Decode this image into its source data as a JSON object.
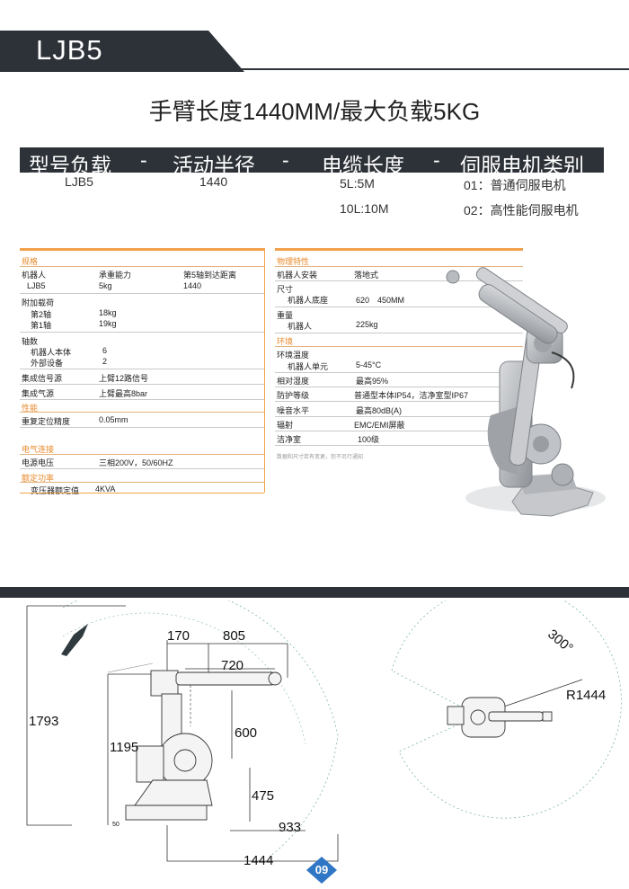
{
  "header": {
    "model_code": "LJB5"
  },
  "subtitle": "手臂长度1440MM/最大负载5KG",
  "model_table": {
    "headers": [
      "型号负载",
      "-",
      "活动半径",
      "-",
      "电缆长度",
      "-",
      "伺服电机类别"
    ],
    "values": {
      "model": "LJB5",
      "radius": "1440",
      "cable_1": "5L:5M",
      "cable_2": "10L:10M",
      "motor_1": "01：普通伺服电机",
      "motor_2": "02：高性能伺服电机"
    }
  },
  "spec_left": {
    "title": "规格",
    "col_robot": "机器人",
    "col_payload": "承重能力",
    "col_reach": "第5轴到达距离",
    "model": "LJB5",
    "payload": "5kg",
    "reach": "1440",
    "extra_load": "附加载荷",
    "axis2": "第2轴",
    "axis2_val": "18kg",
    "axis1": "第1轴",
    "axis1_val": "19kg",
    "axes": "轴数",
    "robot_body": "机器人本体",
    "robot_body_val": "6",
    "external": "外部设备",
    "external_val": "2",
    "signal_src": "集成信号源",
    "signal_val": "上臂12路信号",
    "air_src": "集成气源",
    "air_val": "上臂最高8bar",
    "performance": "性能",
    "repeat": "重复定位精度",
    "repeat_val": "0.05mm",
    "electrical": "电气连接",
    "supply": "电源电压",
    "supply_val": "三相200V，50/60HZ",
    "power": "额定功率",
    "transformer": "变压器额定值",
    "transformer_val": "4KVA"
  },
  "spec_right": {
    "title": "物理特性",
    "mount": "机器人安装",
    "mount_val": "落地式",
    "size": "尺寸",
    "base": "机器人底座",
    "base_val": "620　450MM",
    "weight": "重量",
    "robot": "机器人",
    "robot_val": "225kg",
    "env": "环境",
    "env_temp": "环境温度",
    "robot_unit": "机器人单元",
    "robot_unit_val": "5-45°C",
    "humidity": "相对湿度",
    "humidity_val": "最高95%",
    "protection": "防护等级",
    "protection_val": "普通型本体IP54，洁净室型IP67",
    "noise": "噪音水平",
    "noise_val": "最高80dB(A)",
    "radiation": "辐射",
    "radiation_val": "EMC/EMI屏蔽",
    "clean": "洁净室",
    "clean_val": "100级",
    "note": "数据和尺寸若有变更，恕不另行通知"
  },
  "drawing": {
    "d170": "170",
    "d805": "805",
    "d720": "720",
    "d1793": "1793",
    "d1195": "1195",
    "d600": "600",
    "d475": "475",
    "d933": "933",
    "d1444": "1444",
    "d50": "50",
    "angle": "300°",
    "radius": "R1444"
  },
  "page_number": "09",
  "colors": {
    "dark": "#2d3238",
    "accent": "#f2a14a",
    "badge": "#2f76c4"
  }
}
